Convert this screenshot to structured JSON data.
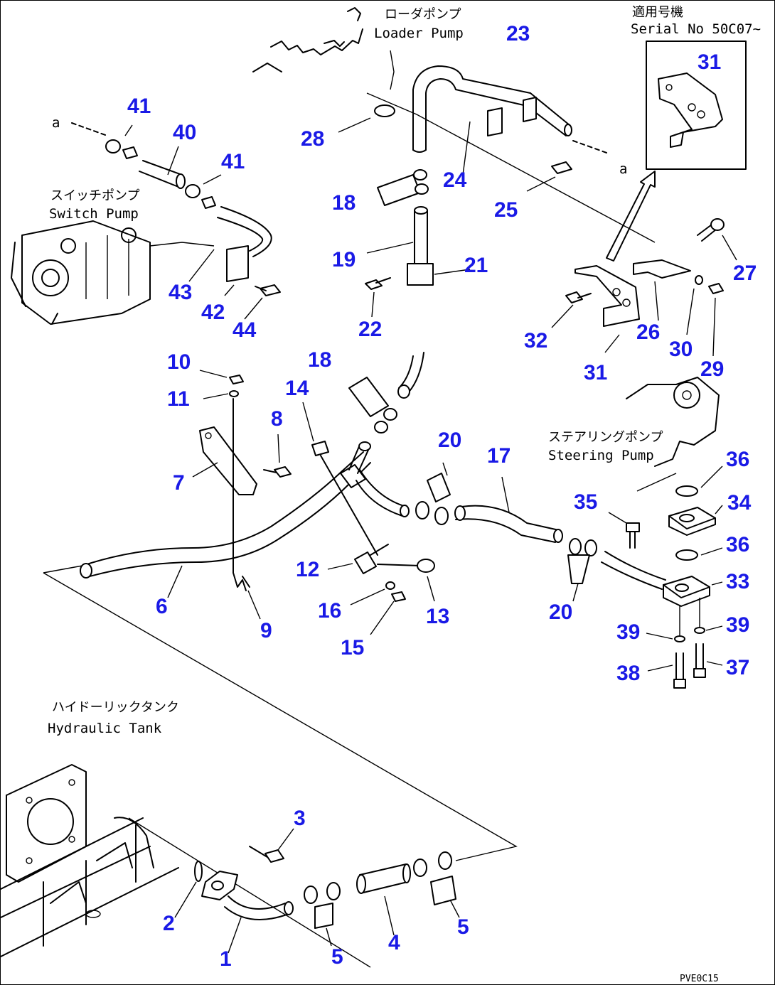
{
  "callouts": {
    "n1": "1",
    "n2": "2",
    "n3": "3",
    "n4": "4",
    "n5a": "5",
    "n5b": "5",
    "n6": "6",
    "n7": "7",
    "n8": "8",
    "n9": "9",
    "n10": "10",
    "n11": "11",
    "n12": "12",
    "n13": "13",
    "n14": "14",
    "n15": "15",
    "n16": "16",
    "n17": "17",
    "n18a": "18",
    "n18b": "18",
    "n19": "19",
    "n20a": "20",
    "n20b": "20",
    "n21": "21",
    "n22": "22",
    "n23": "23",
    "n24": "24",
    "n25": "25",
    "n26": "26",
    "n27": "27",
    "n28": "28",
    "n29": "29",
    "n30": "30",
    "n31a": "31",
    "n31b": "31",
    "n32": "32",
    "n33": "33",
    "n34": "34",
    "n35": "35",
    "n36a": "36",
    "n36b": "36",
    "n37": "37",
    "n38": "38",
    "n39a": "39",
    "n39b": "39",
    "n40": "40",
    "n41a": "41",
    "n41b": "41",
    "n42": "42",
    "n43": "43",
    "n44": "44"
  },
  "labels": {
    "loader_pump_jp": "ローダポンプ",
    "loader_pump_en": "Loader Pump",
    "switch_pump_jp": "スイッチポンプ",
    "switch_pump_en": "Switch Pump",
    "steering_pump_jp": "ステアリングポンプ",
    "steering_pump_en": "Steering Pump",
    "hydraulic_tank_jp": "ハイドーリックタンク",
    "hydraulic_tank_en": "Hydraulic Tank",
    "serial_jp": "適用号機",
    "serial_en": "Serial No 50C07~",
    "ref_a_left": "a",
    "ref_a_right": "a",
    "drawing_code": "PVE0C15"
  },
  "colors": {
    "callout": "#1a1ae6",
    "line": "#000000",
    "background": "#ffffff"
  }
}
